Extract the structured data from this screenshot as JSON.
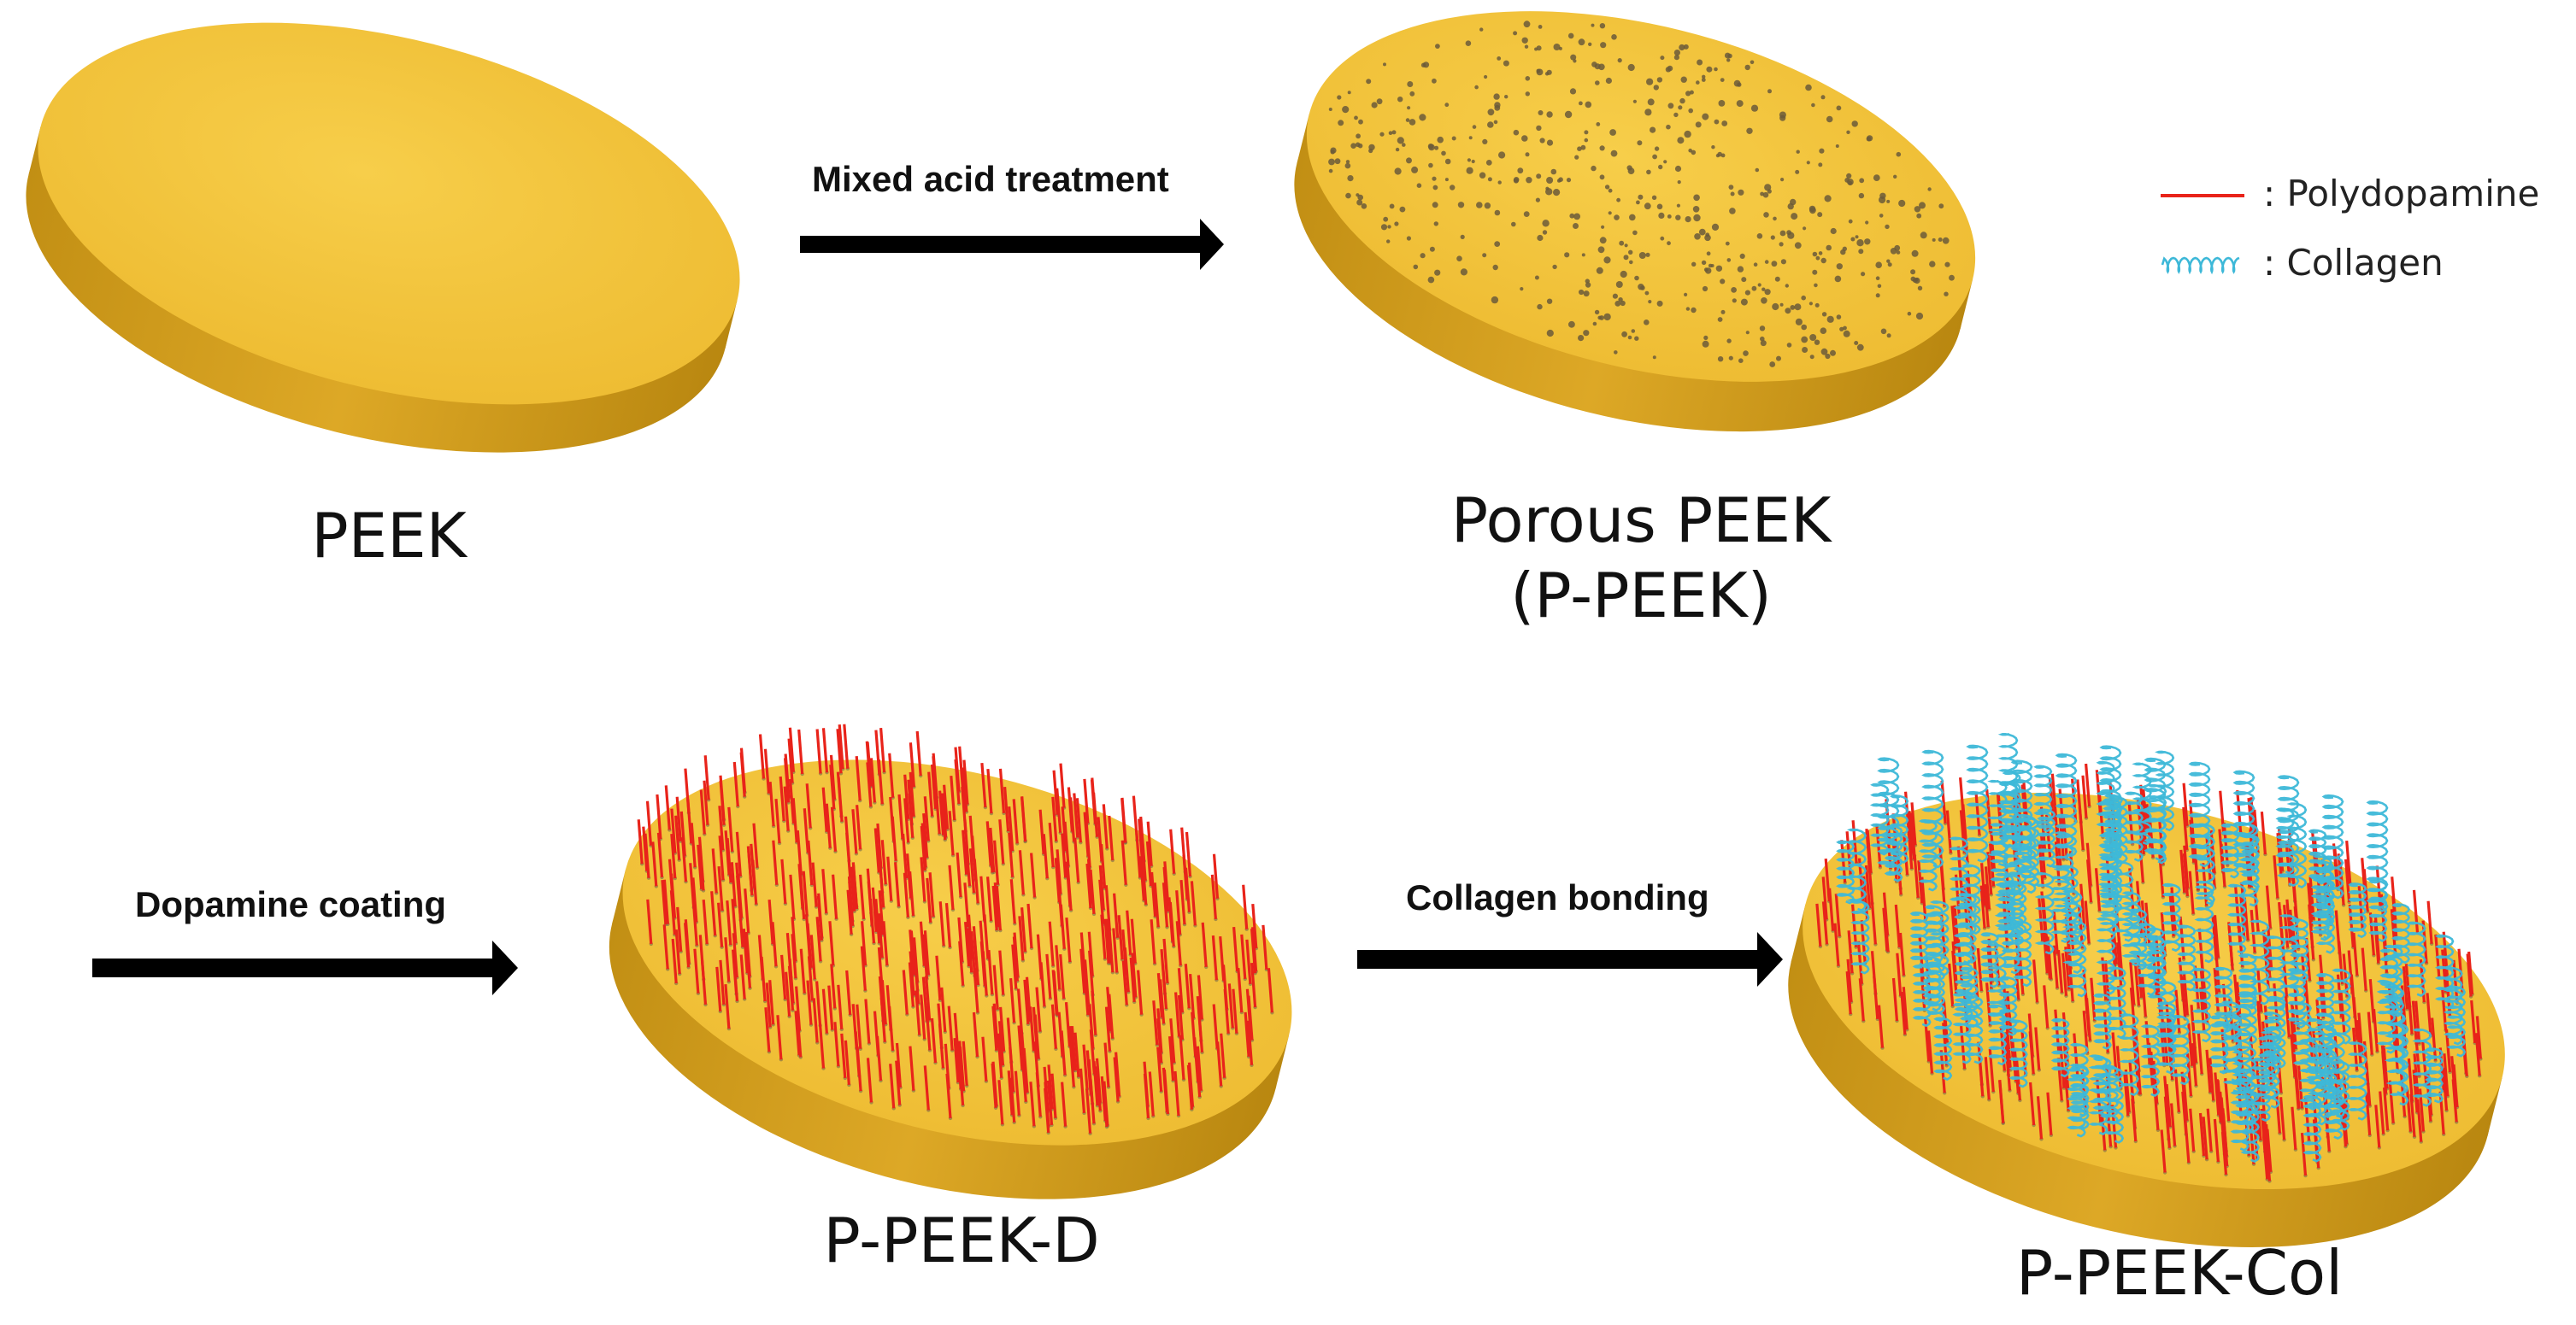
{
  "colors": {
    "disk_top": "#F3C43C",
    "disk_side": "#C9971C",
    "pore": "#6B5A3A",
    "polydopamine": "#E8231A",
    "collagen": "#3DB8D8",
    "arrow": "#000000"
  },
  "stages": [
    {
      "label": "PEEK"
    },
    {
      "label_line1": "Porous PEEK",
      "label_line2": "(P-PEEK)"
    },
    {
      "label": "P-PEEK-D"
    },
    {
      "label": "P-PEEK-Col"
    }
  ],
  "arrows": [
    {
      "label": "Mixed acid treatment"
    },
    {
      "label": "Dopamine coating"
    },
    {
      "label": "Collagen bonding"
    }
  ],
  "legend": {
    "polydopamine": {
      "label": ": Polydopamine",
      "icon": "red-line-icon"
    },
    "collagen": {
      "label": ": Collagen",
      "icon": "coil-icon"
    }
  }
}
